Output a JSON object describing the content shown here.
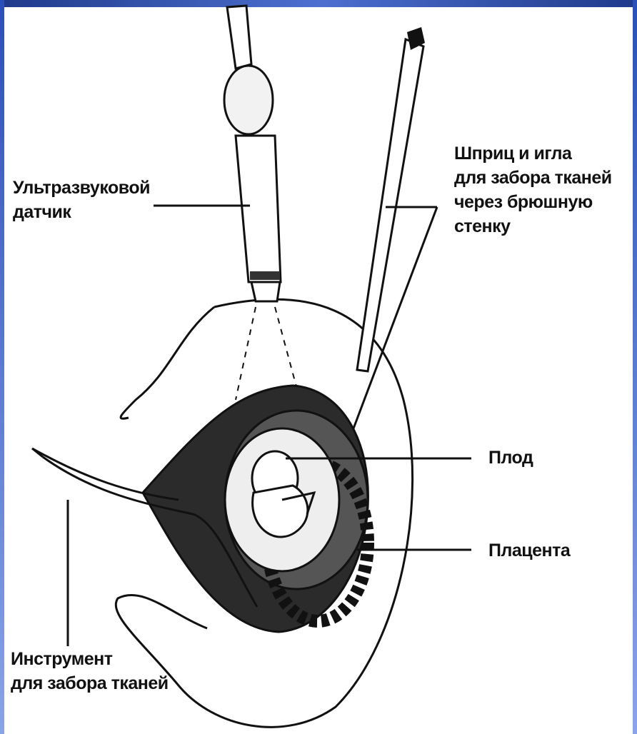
{
  "labels": {
    "ultrasound_probe": "Ультразвуковой\nдатчик",
    "syringe_needle": "Шприц и игла\nдля забора тканей\nчерез брюшную стенку",
    "fetus": "Плод",
    "placenta": "Плацента",
    "instrument": "Инструмент\nдля забора тканей"
  },
  "colors": {
    "ink": "#111111",
    "uterus_fill": "#2b2b2b",
    "frame_accent": "#2b4fb8"
  },
  "icons": [
    "ultrasound-probe-icon",
    "syringe-icon",
    "fetus-icon",
    "placenta-icon",
    "catheter-icon"
  ]
}
